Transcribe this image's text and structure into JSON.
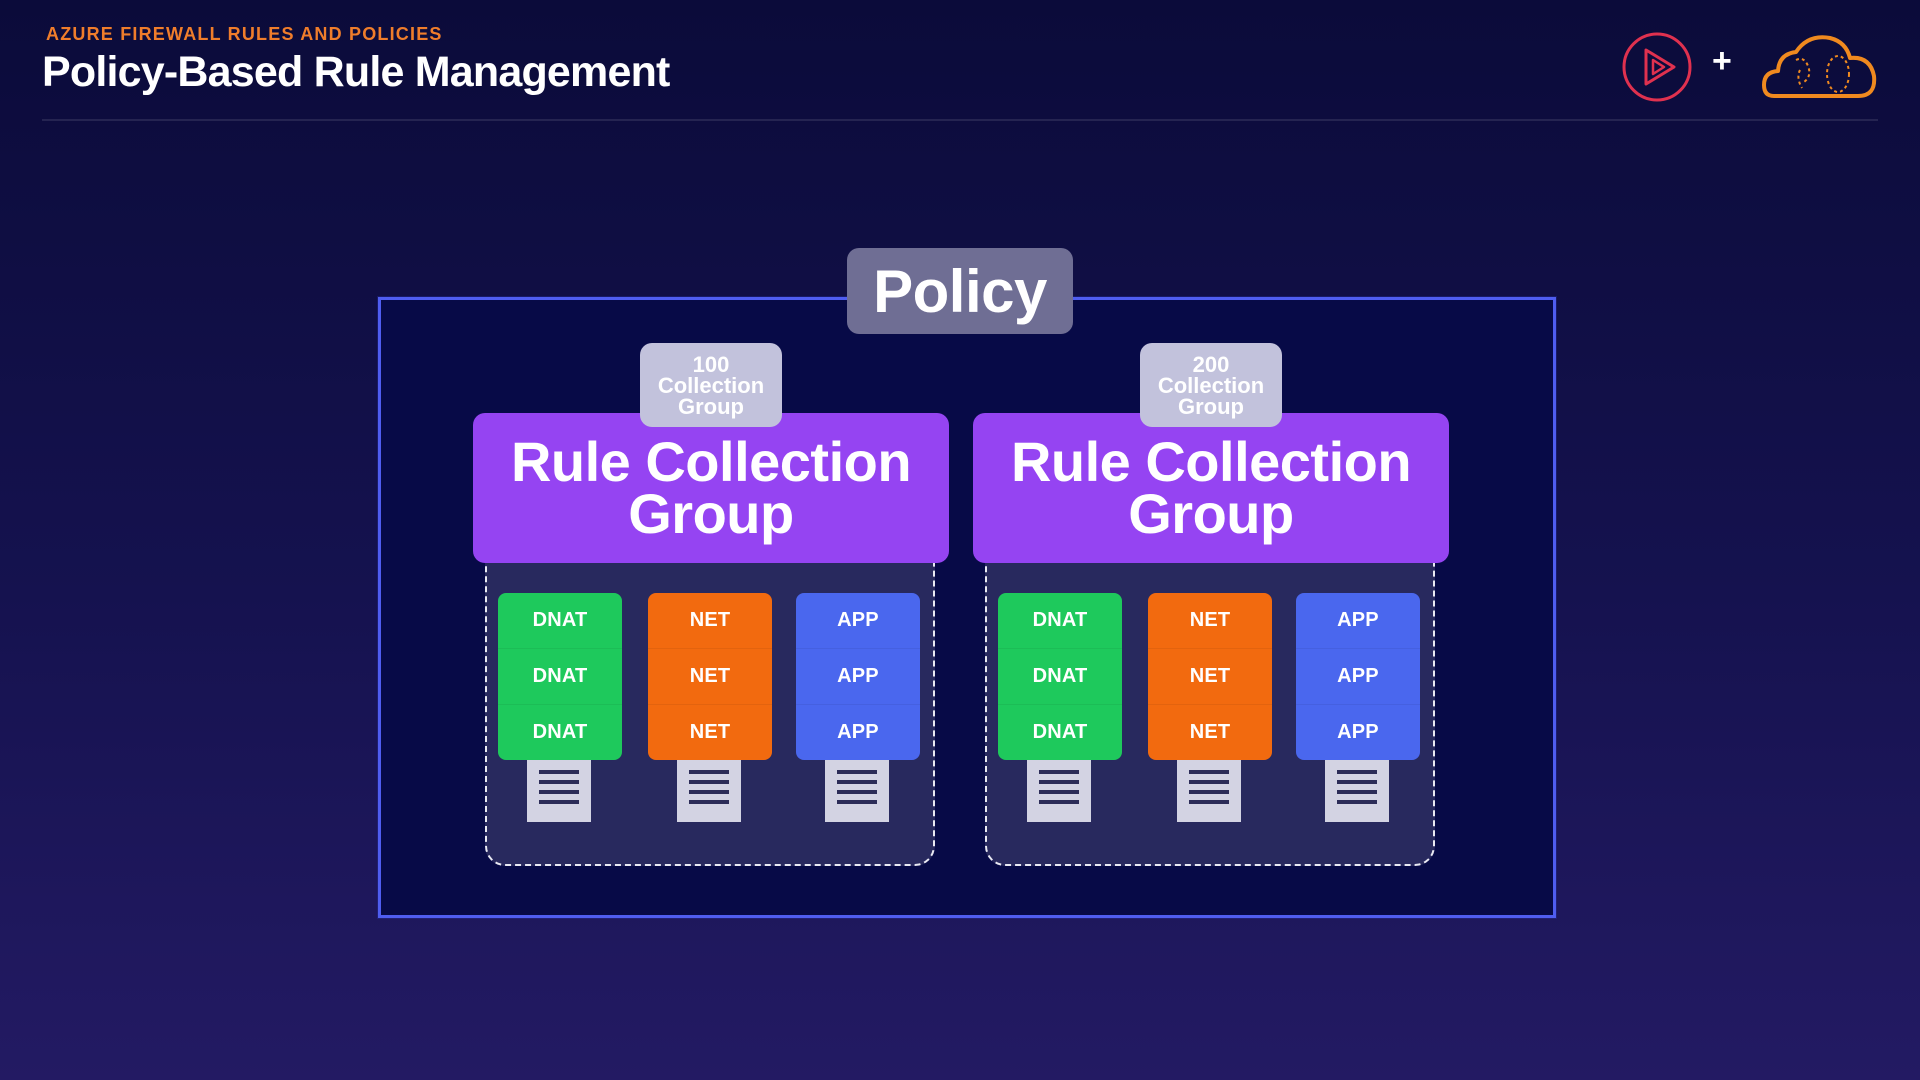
{
  "header": {
    "eyebrow": "AZURE FIREWALL RULES AND POLICIES",
    "title": "Policy-Based Rule Management"
  },
  "logos": {
    "left_icon": "play-circle-logo-icon",
    "separator": "+",
    "right_icon": "cloud-logo-icon",
    "colors": {
      "play": "#e0314f",
      "cloud": "#f08a1f"
    }
  },
  "diagram": {
    "policy_label": "Policy",
    "groups": [
      {
        "priority_number": "100",
        "priority_line2": "Collection",
        "priority_line3": "Group",
        "title_line1": "Rule Collection",
        "title_line2": "Group",
        "columns": [
          {
            "type": "dnat",
            "labels": [
              "DNAT",
              "DNAT",
              "DNAT"
            ]
          },
          {
            "type": "net",
            "labels": [
              "NET",
              "NET",
              "NET"
            ]
          },
          {
            "type": "app",
            "labels": [
              "APP",
              "APP",
              "APP"
            ]
          }
        ]
      },
      {
        "priority_number": "200",
        "priority_line2": "Collection",
        "priority_line3": "Group",
        "title_line1": "Rule Collection",
        "title_line2": "Group",
        "columns": [
          {
            "type": "dnat",
            "labels": [
              "DNAT",
              "DNAT",
              "DNAT"
            ]
          },
          {
            "type": "net",
            "labels": [
              "NET",
              "NET",
              "NET"
            ]
          },
          {
            "type": "app",
            "labels": [
              "APP",
              "APP",
              "APP"
            ]
          }
        ]
      }
    ],
    "colors": {
      "dnat": "#1ec95c",
      "net": "#f26a0f",
      "app": "#4a67ee",
      "rule_collection_group": "#9544f2",
      "policy_border": "#4f5df0"
    }
  }
}
